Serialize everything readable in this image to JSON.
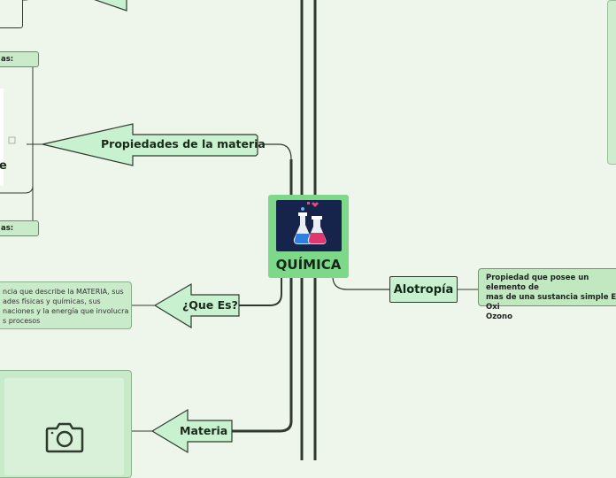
{
  "central": {
    "title": "QUÍMICA",
    "image_icon": "chemistry-flasks-icon"
  },
  "branches": {
    "propiedades": {
      "label": "Propiedades de la materia"
    },
    "que_es": {
      "label": "¿Que Es?",
      "note_lines": [
        "ncia que describe la MATERIA, sus",
        "ades físicas y químicas, sus",
        "naciones y la energía que involucra",
        "s procesos"
      ]
    },
    "materia": {
      "label": "Materia",
      "image_placeholder_icon": "camera-icon"
    },
    "alotropia": {
      "label": "Alotropía",
      "note_lines": [
        "Propiedad que posee un elemento de",
        "mas de una sustancia simple  Ej.: Oxi",
        "Ozono"
      ]
    }
  },
  "side_pills": {
    "top": "as:",
    "bottom": "as:"
  },
  "side_glyph": "e",
  "colors": {
    "background": "#eef5ea",
    "node_fill": "#c8f2cf",
    "central_fill": "#7dd88a",
    "line": "#2f3a2f"
  }
}
